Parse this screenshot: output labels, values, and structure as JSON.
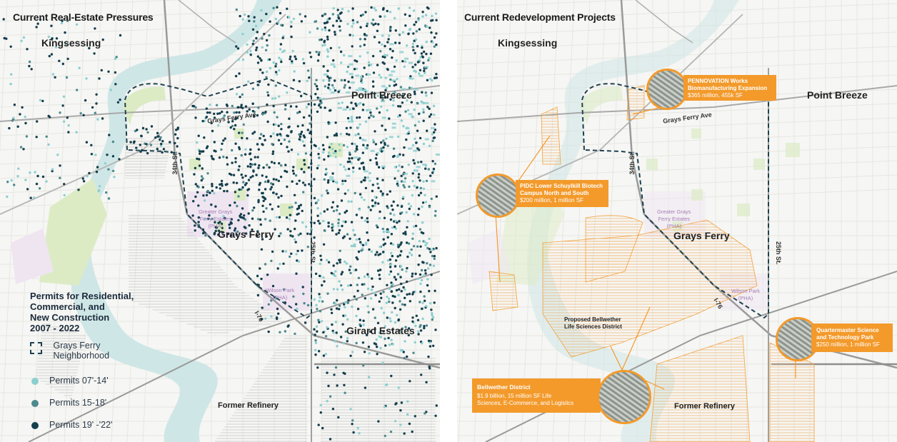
{
  "left_panel": {
    "title": "Current Real-Estate Pressures",
    "labels": {
      "kingsessing": "Kingsessing",
      "point_breeze": "Point Breeze",
      "grays_ferry": "Grays Ferry",
      "girard_estates": "Girard Estates",
      "former_refinery": "Former Refinery",
      "grays_ferry_ave": "Grays Ferry Ave",
      "st_34": "34th St.",
      "st_25": "25th St.",
      "i76": "I-76",
      "greater_grays_ferry": "Greater Grays\nFerry Estates\n(PHA)",
      "wilson_park": "Wilson Park\n(PHA)"
    },
    "legend": {
      "heading": [
        "Permits for Residential,",
        "Commercial, and",
        "New Construction",
        "2007 - 2022"
      ],
      "neighborhood": [
        "Grays Ferry",
        "Neighborhood"
      ],
      "permits_07_14": "Permits 07'-14'",
      "permits_15_18": "Permits 15-18'",
      "permits_19_22": "Permits 19' -'22'"
    }
  },
  "right_panel": {
    "title": "Current Redevelopment Projects",
    "labels": {
      "kingsessing": "Kingsessing",
      "point_breeze": "Point Breeze",
      "grays_ferry": "Grays Ferry",
      "former_refinery": "Former Refinery",
      "grays_ferry_ave": "Grays Ferry Ave",
      "st_34": "34th St.",
      "st_25": "25th St.",
      "i76": "I-76",
      "greater_grays_ferry": "Greater Grays\nFerry Estates\n(PHA)",
      "wilson_park": "Wilson Park\n(PHA)",
      "proposed_bellwether": "Proposed Bellwether\nLife Sciences District"
    },
    "callouts": {
      "pennovation": {
        "title": "PENNOVATION Works\nBiomanufacturing Expansion",
        "sub": "$365 million, 455k SF"
      },
      "pidc": {
        "title": "PIDC Lower Schuylkill Biotech\nCampus North and South",
        "sub": "$200 million, 1 million SF"
      },
      "quartermaster": {
        "title": "Quartermaster Science\nand Technology Park",
        "sub": "$250 million, 1 million SF"
      },
      "bellwether": {
        "title": "Bellwether District",
        "sub": "$1.9 billion, 15 million SF Life\nSciences, E-Commerce, and Logistics"
      }
    }
  },
  "colors": {
    "permit_light": "#8ccfd0",
    "permit_mid": "#4d8a8d",
    "permit_dark": "#143e4c",
    "river": "#cfe6e6",
    "park": "#dcebc4",
    "pha": "#efe5f1",
    "orange": "#f39a2b",
    "boundary": "#1d4350"
  }
}
